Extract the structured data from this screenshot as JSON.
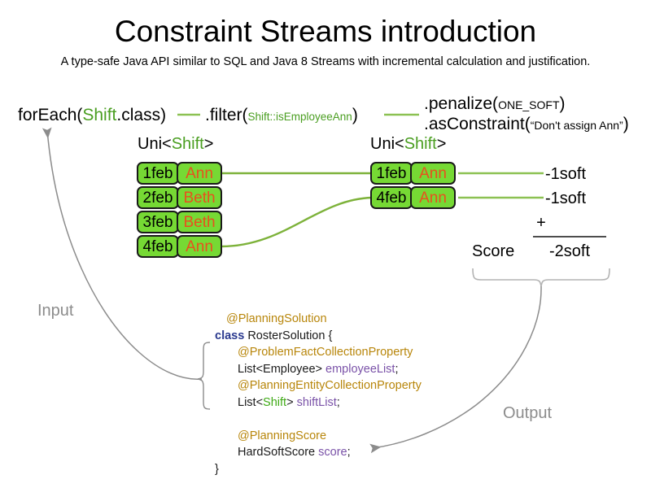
{
  "header": {
    "title": "Constraint Streams introduction",
    "subtitle": "A type-safe Java API similar to SQL and Java 8 Streams with incremental calculation and justification."
  },
  "pipeline": {
    "steps": [
      {
        "name": "for-each-step",
        "prefix": "forEach(",
        "type_arg": "Shift",
        "suffix": ".class)",
        "stream_label_prefix": "Uni<",
        "stream_label_type": "Shift",
        "stream_label_suffix": ">"
      },
      {
        "name": "filter-step",
        "prefix": ".filter(",
        "arg": "Shift::isEmployeeAnn",
        "suffix": ")",
        "stream_label_prefix": "Uni<",
        "stream_label_type": "Shift",
        "stream_label_suffix": ">"
      },
      {
        "name": "penalize-step",
        "prefix": ".penalize(",
        "arg": "ONE_SOFT",
        "suffix": ")"
      },
      {
        "name": "as-constraint-step",
        "prefix": ".asConstraint(",
        "arg": "“Don't assign Ann”",
        "suffix": ")"
      }
    ]
  },
  "input_stream": {
    "rows": [
      {
        "date": "1feb",
        "employee": "Ann"
      },
      {
        "date": "2feb",
        "employee": "Beth"
      },
      {
        "date": "3feb",
        "employee": "Beth"
      },
      {
        "date": "4feb",
        "employee": "Ann"
      }
    ]
  },
  "filtered_stream": {
    "rows": [
      {
        "date": "1feb",
        "employee": "Ann"
      },
      {
        "date": "4feb",
        "employee": "Ann"
      }
    ]
  },
  "score_panel": {
    "penalties": [
      "-1soft",
      "-1soft"
    ],
    "operator": "+",
    "score_label": "Score",
    "total": "-2soft"
  },
  "annotations": {
    "input_label": "Input",
    "output_label": "Output"
  },
  "code": {
    "lines": [
      {
        "indent": 1,
        "parts": [
          {
            "text": "@PlanningSolution",
            "style": "ann"
          }
        ]
      },
      {
        "indent": 0,
        "parts": [
          {
            "text": "class ",
            "style": "kw"
          },
          {
            "text": "RosterSolution {",
            "style": "plain"
          }
        ]
      },
      {
        "indent": 2,
        "parts": [
          {
            "text": "@ProblemFactCollectionProperty",
            "style": "ann"
          }
        ]
      },
      {
        "indent": 2,
        "parts": [
          {
            "text": "List<Employee> ",
            "style": "plain"
          },
          {
            "text": "employeeList",
            "style": "fld"
          },
          {
            "text": ";",
            "style": "plain"
          }
        ]
      },
      {
        "indent": 2,
        "parts": [
          {
            "text": "@PlanningEntityCollectionProperty",
            "style": "ann"
          }
        ]
      },
      {
        "indent": 2,
        "parts": [
          {
            "text": "List<",
            "style": "plain"
          },
          {
            "text": "Shift",
            "style": "g"
          },
          {
            "text": "> ",
            "style": "plain"
          },
          {
            "text": "shiftList",
            "style": "fld"
          },
          {
            "text": ";",
            "style": "plain"
          }
        ]
      },
      {
        "indent": 0,
        "parts": [
          {
            "text": "",
            "style": "plain"
          }
        ]
      },
      {
        "indent": 2,
        "parts": [
          {
            "text": "@PlanningScore",
            "style": "ann"
          }
        ]
      },
      {
        "indent": 2,
        "parts": [
          {
            "text": "HardSoftScore ",
            "style": "plain"
          },
          {
            "text": "score",
            "style": "fld"
          },
          {
            "text": ";",
            "style": "plain"
          }
        ]
      },
      {
        "indent": 0,
        "parts": [
          {
            "text": "}",
            "style": "plain"
          }
        ]
      }
    ]
  },
  "colors": {
    "stream_green": "#76d934",
    "line_green": "#8cc152",
    "type_green": "#4a9e21",
    "employee_orange": "#e8501e",
    "annotation_gold": "#b8860b",
    "keyword_blue": "#2b3a8f",
    "field_purple": "#7a52a8",
    "gray_arrow": "#8c8c8c"
  }
}
